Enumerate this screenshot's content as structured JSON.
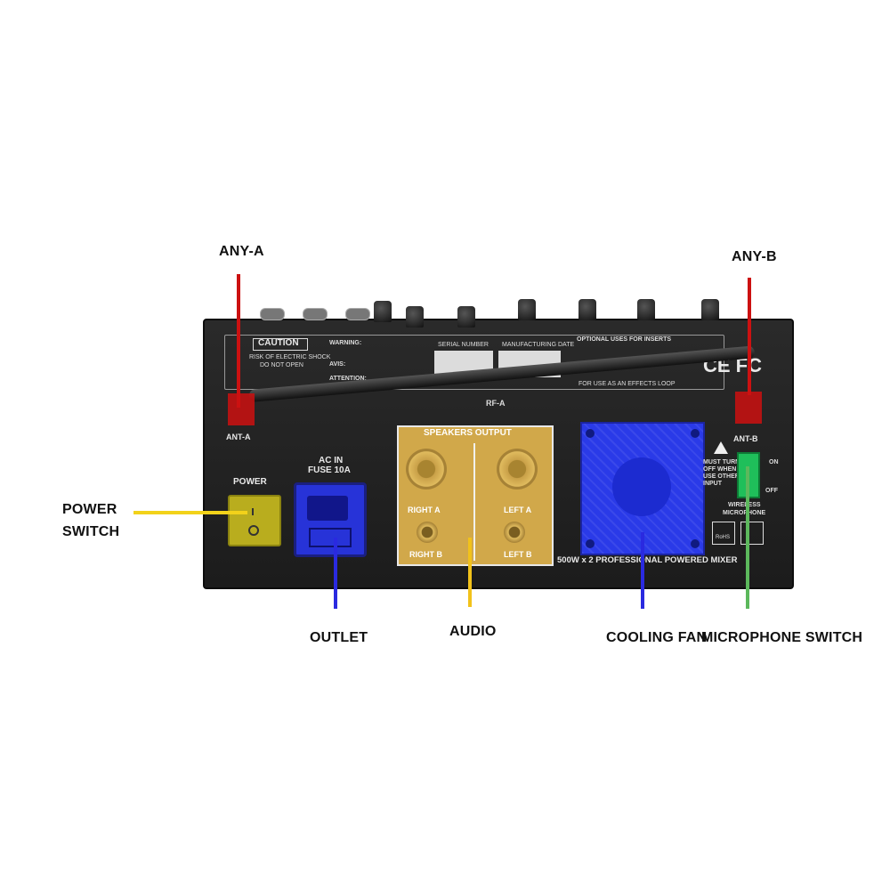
{
  "callouts": {
    "any_a": "ANY-A",
    "any_b": "ANY-B",
    "power_switch_line1": "POWER",
    "power_switch_line2": "SWITCH",
    "outlet": "OUTLET",
    "audio": "AUDIO",
    "cooling_fan": "COOLING FAN",
    "microphone_switch": "MICROPHONE SWITCH"
  },
  "panel_labels": {
    "caution": "CAUTION",
    "caution_text1": "RISK OF ELECTRIC SHOCK",
    "caution_text2": "DO NOT OPEN",
    "warning": "WARNING:",
    "avis": "AVIS:",
    "attention": "ATTENTION:",
    "serial_number": "SERIAL NUMBER",
    "manufacturing_date": "MANUFACTURING DATE",
    "optional_inserts": "OPTIONAL USES FOR INSERTS",
    "effects_loop": "FOR USE AS AN EFFECTS LOOP",
    "rf_a": "RF-A",
    "ant_a": "ANT-A",
    "ant_b": "ANT-B",
    "power": "POWER",
    "ac_in_line1": "AC IN",
    "ac_in_line2": "FUSE 10A",
    "speakers_output": "SPEAKERS OUTPUT",
    "right_a": "RIGHT A",
    "left_a": "LEFT A",
    "right_b": "RIGHT B",
    "left_b": "LEFT B",
    "model_text": "500W x 2 PROFESSIONAL POWERED MIXER",
    "must_turn_off": "MUST TURN OFF WHEN USE OTHER INPUT",
    "on": "ON",
    "off": "OFF",
    "wireless_mic_line1": "WIRELESS",
    "wireless_mic_line2": "MICROPHONE",
    "cert_marks": "CE FC",
    "rohs": "RoHS"
  },
  "colors": {
    "antenna_marker": "#cc1111",
    "power_lead": "#f2d21a",
    "outlet_lead": "#2a2ae0",
    "audio_lead": "#f2c21a",
    "fan_lead": "#2a2ae0",
    "mic_lead": "#5cb85c",
    "power_switch_overlay": "#b9ad1e",
    "outlet_overlay": "#2733d8",
    "speaker_overlay": "#d1a84a",
    "fan_overlay": "#2a3ae8",
    "mic_switch_overlay": "#1fbf5a"
  }
}
